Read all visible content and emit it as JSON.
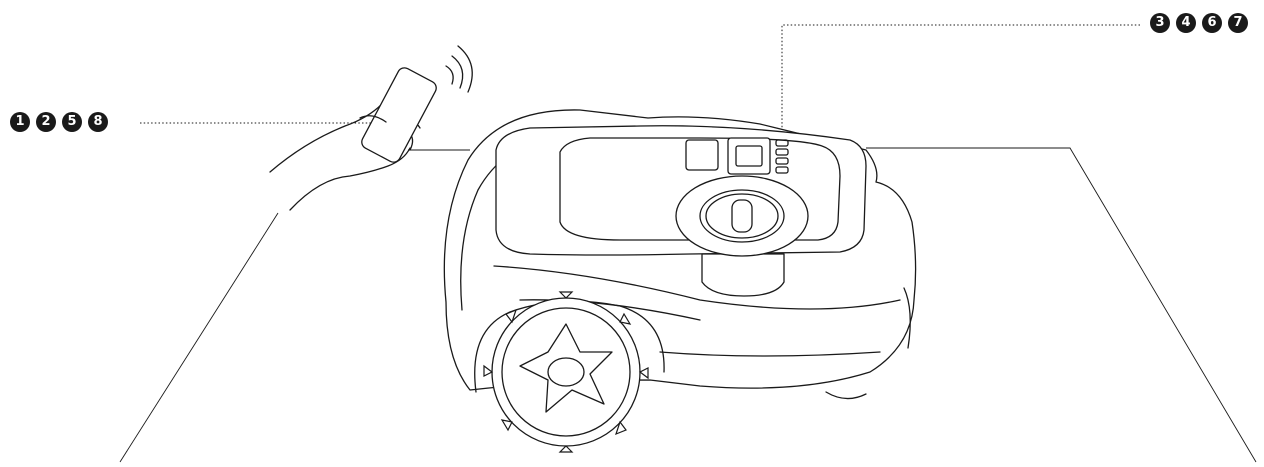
{
  "callouts": {
    "phone_side": [
      "1",
      "2",
      "5",
      "8"
    ],
    "display_side": [
      "3",
      "4",
      "6",
      "7"
    ]
  },
  "icons": [
    "smartphone-icon",
    "wireless-signal-icon",
    "hand-icon",
    "robotic-lawnmower-icon",
    "wheel-icon"
  ],
  "colors": {
    "line": "#1a1a1a",
    "background": "#ffffff"
  }
}
